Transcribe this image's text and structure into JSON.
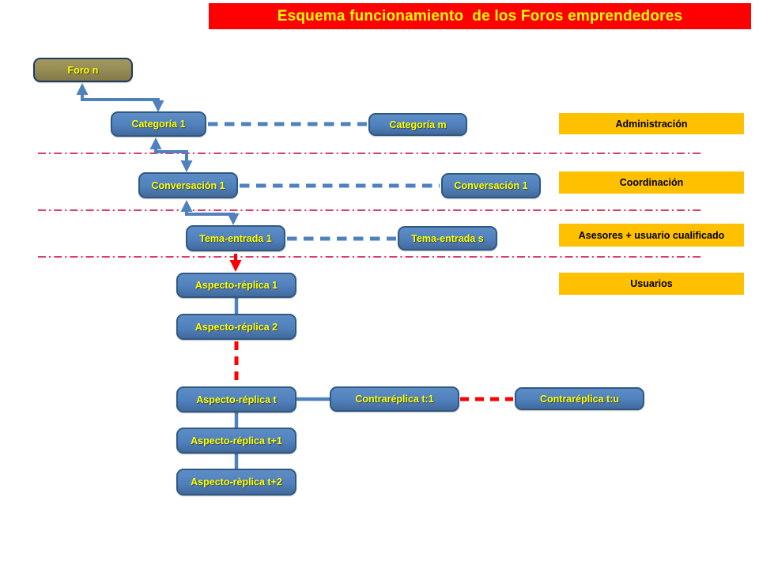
{
  "title": "Esquema funcionamiento  de los Foros emprendedores",
  "nodes": {
    "foro": "Foro n",
    "categoria1": "Categoría 1",
    "categoriam": "Categoría m",
    "conversacion1": "Conversación 1",
    "conversacion1b": "Conversación 1",
    "tema1": "Tema-entrada 1",
    "temas": "Tema-entrada s",
    "aspecto1": "Aspecto-réplica 1",
    "aspecto2": "Aspecto-réplica 2",
    "aspectot": "Aspecto-réplica t",
    "contra1": "Contraréplica t:1",
    "contrau": "Contraréplica t:u",
    "aspectot1": "Aspecto-réplica t+1",
    "aspectot2": "Aspecto-rèplica t+2"
  },
  "roles": {
    "administracion": "Administración",
    "coordinacion": "Coordinación",
    "asesores": "Asesores + usuario cualificado",
    "usuarios": "Usuarios"
  },
  "edges": [
    {
      "from": "Foro n",
      "to": "Categoría 1",
      "type": "two-way-step-arrow-blue"
    },
    {
      "from": "Categoría 1",
      "to": "Categoría m",
      "type": "dashed-blue"
    },
    {
      "from": "Categoría 1",
      "to": "Conversación 1",
      "type": "two-way-step-arrow-blue"
    },
    {
      "from": "Conversación 1",
      "to": "Conversación 1",
      "type": "dashed-blue"
    },
    {
      "from": "Conversación 1",
      "to": "Tema-entrada 1",
      "type": "two-way-step-arrow-blue"
    },
    {
      "from": "Tema-entrada 1",
      "to": "Tema-entrada s",
      "type": "dashed-blue"
    },
    {
      "from": "Tema-entrada 1",
      "to": "Aspecto-réplica 1",
      "type": "solid-red-arrow"
    },
    {
      "from": "Aspecto-réplica 1",
      "to": "Aspecto-réplica 2",
      "type": "solid-blue"
    },
    {
      "from": "Aspecto-réplica 2",
      "to": "Aspecto-réplica t",
      "type": "dashed-red"
    },
    {
      "from": "Aspecto-réplica t",
      "to": "Contraréplica t:1",
      "type": "solid-blue"
    },
    {
      "from": "Contraréplica t:1",
      "to": "Contraréplica t:u",
      "type": "dashed-red"
    },
    {
      "from": "Aspecto-réplica t",
      "to": "Aspecto-réplica t+1",
      "type": "solid-blue"
    },
    {
      "from": "Aspecto-réplica t+1",
      "to": "Aspecto-rèplica t+2",
      "type": "solid-blue"
    }
  ],
  "colors": {
    "title_bg": "#FF0000",
    "title_text": "#FFFF00",
    "node_fill": "#4F81BD",
    "node_border": "#2E5984",
    "node_text": "#FFFF00",
    "root_fill": "#948A54",
    "root_border": "#1F3A64",
    "role_fill": "#FFC000",
    "role_text": "#000000",
    "divider": "#CC0033",
    "link_blue": "#4F81BD",
    "link_red": "#FF0000"
  }
}
